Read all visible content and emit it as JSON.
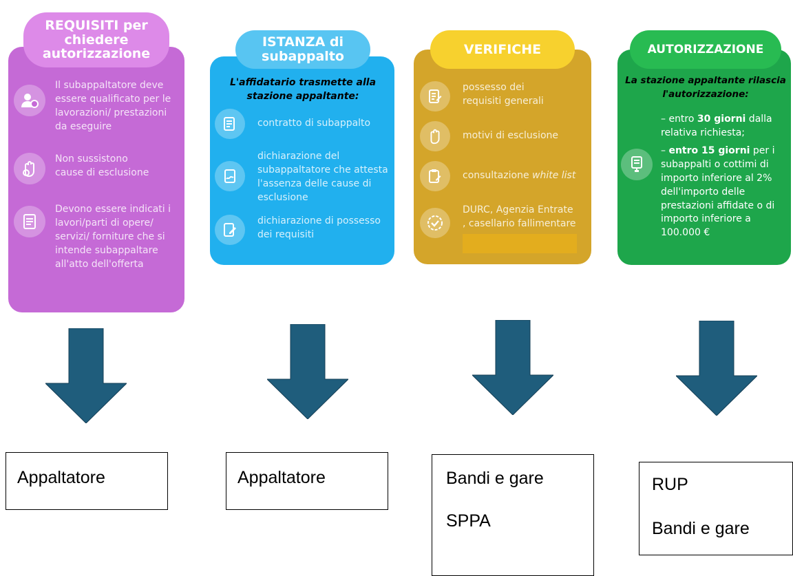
{
  "columns": [
    {
      "title_lines": [
        "REQUISITI per",
        "chiedere",
        "autorizzazione"
      ],
      "items": [
        {
          "icon": "certified-user-icon",
          "text": "Il subappaltatore deve essere qualificato per le lavorazioni/ prestazioni da eseguire"
        },
        {
          "icon": "stop-hand-icon",
          "text": "Non sussistono cause di esclusione"
        },
        {
          "icon": "checklist-document-icon",
          "text": "Devono essere indicati i lavori/parti di opere/ servizi/ forniture che si intende subappaltare all'atto dell'offerta"
        }
      ],
      "arrow_color": "#1f5d7c",
      "box_lines": [
        "Appaltatore"
      ]
    },
    {
      "title_lines": [
        "ISTANZA di",
        "subappalto"
      ],
      "intro": "L'affidatario trasmette alla stazione appaltante:",
      "items": [
        {
          "icon": "contract-document-icon",
          "text": "contratto di subappalto"
        },
        {
          "icon": "signed-declaration-icon",
          "text": "dichiarazione del subappaltatore che attesta l'assenza delle cause di esclusione"
        },
        {
          "icon": "document-edit-icon",
          "text": "dichiarazione di possesso dei requisiti"
        }
      ],
      "arrow_color": "#1f5d7c",
      "box_lines": [
        "Appaltatore"
      ]
    },
    {
      "title_lines": [
        "VERIFICHE"
      ],
      "items": [
        {
          "icon": "checklist-edit-icon",
          "text": "possesso dei requisiti generali"
        },
        {
          "icon": "stop-hand-icon",
          "text": "motivi di esclusione"
        },
        {
          "icon": "clipboard-edit-icon",
          "text_plain": "consultazione ",
          "text_em": "white list"
        },
        {
          "icon": "verified-badge-icon",
          "text": "DURC, Agenzia Entrate , casellario fallimentare"
        }
      ],
      "arrow_color": "#1f5d7c",
      "box_lines": [
        "Bandi e gare",
        "SPPA"
      ]
    },
    {
      "title_lines": [
        "AUTORIZZAZIONE"
      ],
      "intro": "La stazione appaltante rilascia l'autorizzazione:",
      "icon": "stamped-document-icon",
      "text1_pre": "– entro ",
      "text1_bold": "30 giorni",
      "text1_post": " dalla relativa richiesta;",
      "text2_pre": "– ",
      "text2_bold": "entro 15 giorni",
      "text2_post": " per i subappalti o cottimi di importo inferiore al 2% dell'importo delle prestazioni affidate o di importo inferiore a 100.000 €",
      "arrow_color": "#1f5d7c",
      "box_lines": [
        "RUP",
        "Bandi e gare"
      ]
    }
  ],
  "colors": {
    "purple_card": "#c56ad6",
    "purple_pill": "#dd8ae8",
    "blue_card": "#21b0ee",
    "blue_pill": "#58c5f2",
    "gold_card": "#d4a52a",
    "gold_pill": "#f7d12e",
    "green_card": "#1ea64b",
    "green_pill": "#28bb52",
    "arrow": "#1f5d7c"
  }
}
